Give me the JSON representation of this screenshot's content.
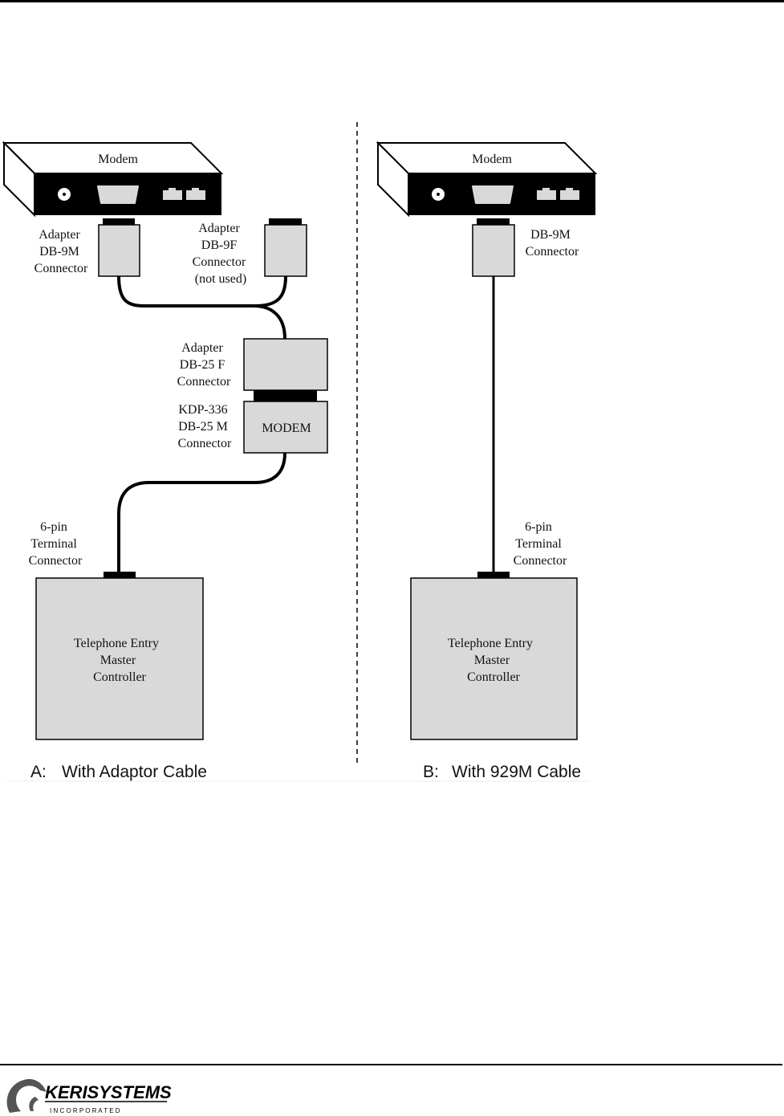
{
  "panels": {
    "a": {
      "caption_letter": "A:",
      "caption_text": "With Adaptor Cable",
      "modem_label": "Modem",
      "adapter_db9m": [
        "Adapter",
        "DB-9M",
        "Connector"
      ],
      "adapter_db9f": [
        "Adapter",
        "DB-9F",
        "Connector",
        "(not used)"
      ],
      "adapter_db25f": [
        "Adapter",
        "DB-25 F",
        "Connector"
      ],
      "kdp_db25m": [
        "KDP-336",
        "DB-25 M",
        "Connector"
      ],
      "modem_box_label": "MODEM",
      "terminal_label": [
        "6-pin",
        "Terminal",
        "Connector"
      ],
      "controller_label": [
        "Telephone Entry",
        "Master",
        "Controller"
      ]
    },
    "b": {
      "caption_letter": "B:",
      "caption_text": "With 929M Cable",
      "modem_label": "Modem",
      "db9m": [
        "DB-9M",
        "Connector"
      ],
      "terminal_label": [
        "6-pin",
        "Terminal",
        "Connector"
      ],
      "controller_label": [
        "Telephone Entry",
        "Master",
        "Controller"
      ]
    }
  },
  "footer": {
    "logo_main": "KERISYSTEMS",
    "logo_sub": "I N C O R P O R A T E D"
  },
  "colors": {
    "device_fill": "#d9d9d9",
    "ink": "#000000"
  }
}
